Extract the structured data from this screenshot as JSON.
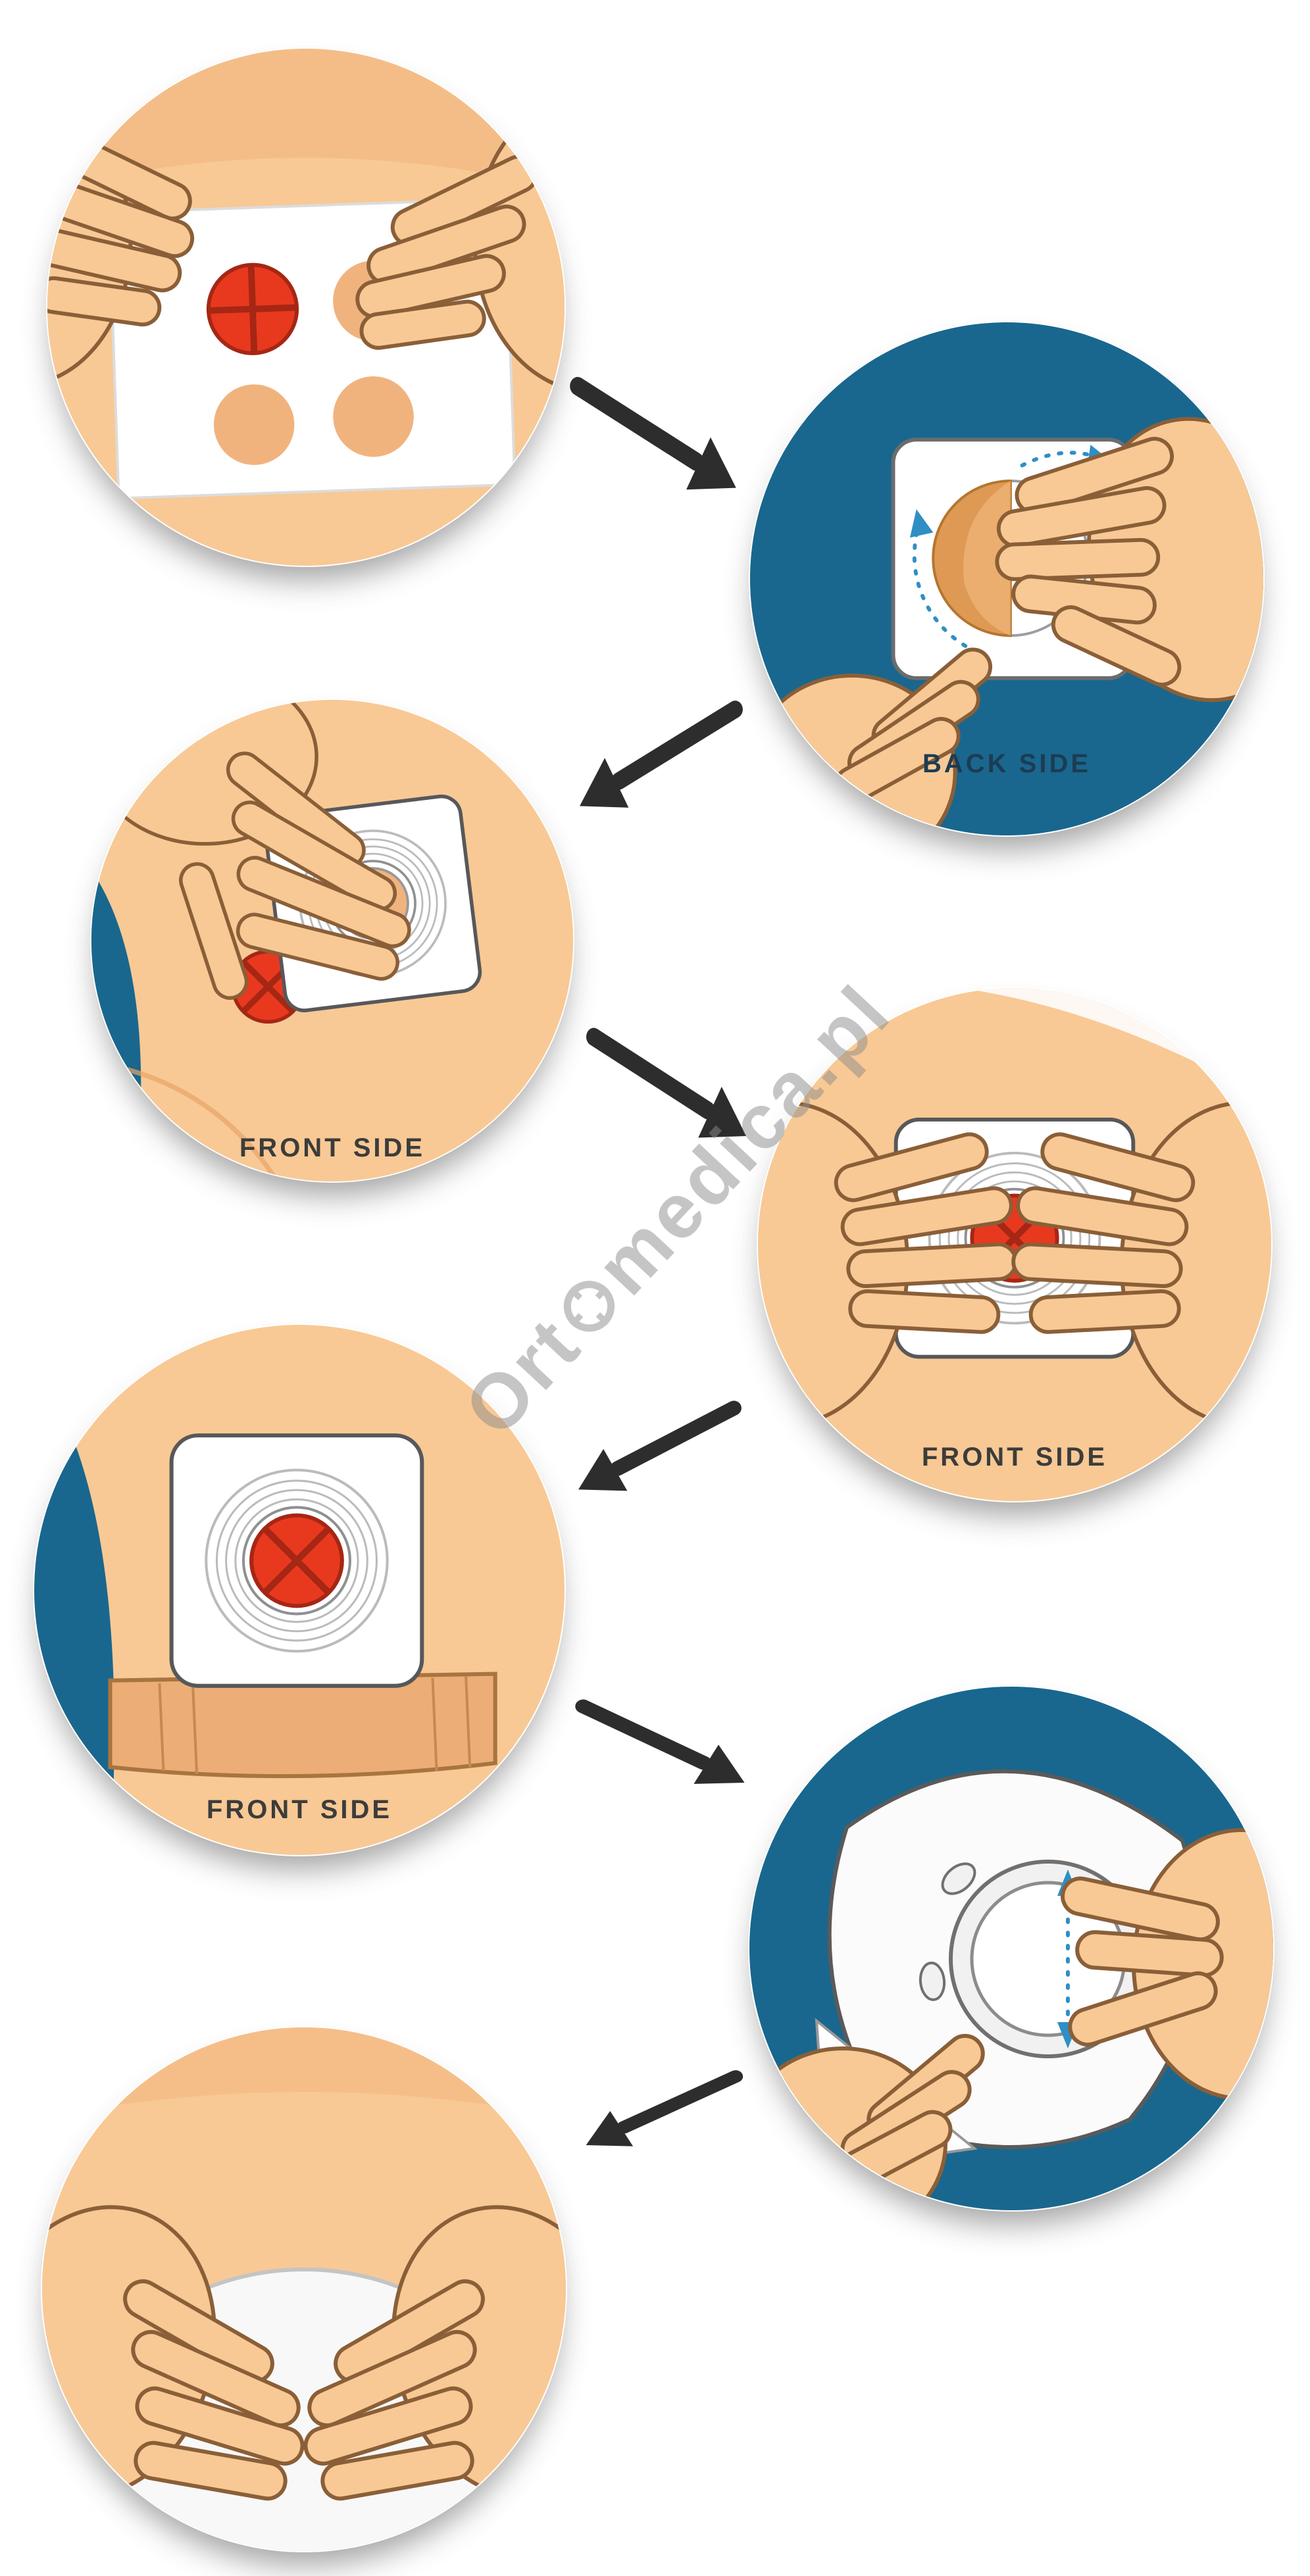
{
  "watermark": {
    "prefix": "Ort",
    "suffix": "medica.pl"
  },
  "steps": [
    {
      "label": ""
    },
    {
      "label": "BACK SIDE"
    },
    {
      "label": "FRONT SIDE"
    },
    {
      "label": "FRONT SIDE"
    },
    {
      "label": "FRONT SIDE"
    },
    {
      "label": ""
    },
    {
      "label": ""
    }
  ],
  "colors": {
    "teal": "#19678e",
    "skin": "#f8c995",
    "skin2": "#f1b37e",
    "shade": "#e8a468",
    "outline": "#8a5f38",
    "red": "#e8391f",
    "redline": "#a52714",
    "arrow": "#2d2d2d",
    "label": "#3c3c3b",
    "label-back": "#1d3c52",
    "watermark": "#8c8c8c"
  }
}
